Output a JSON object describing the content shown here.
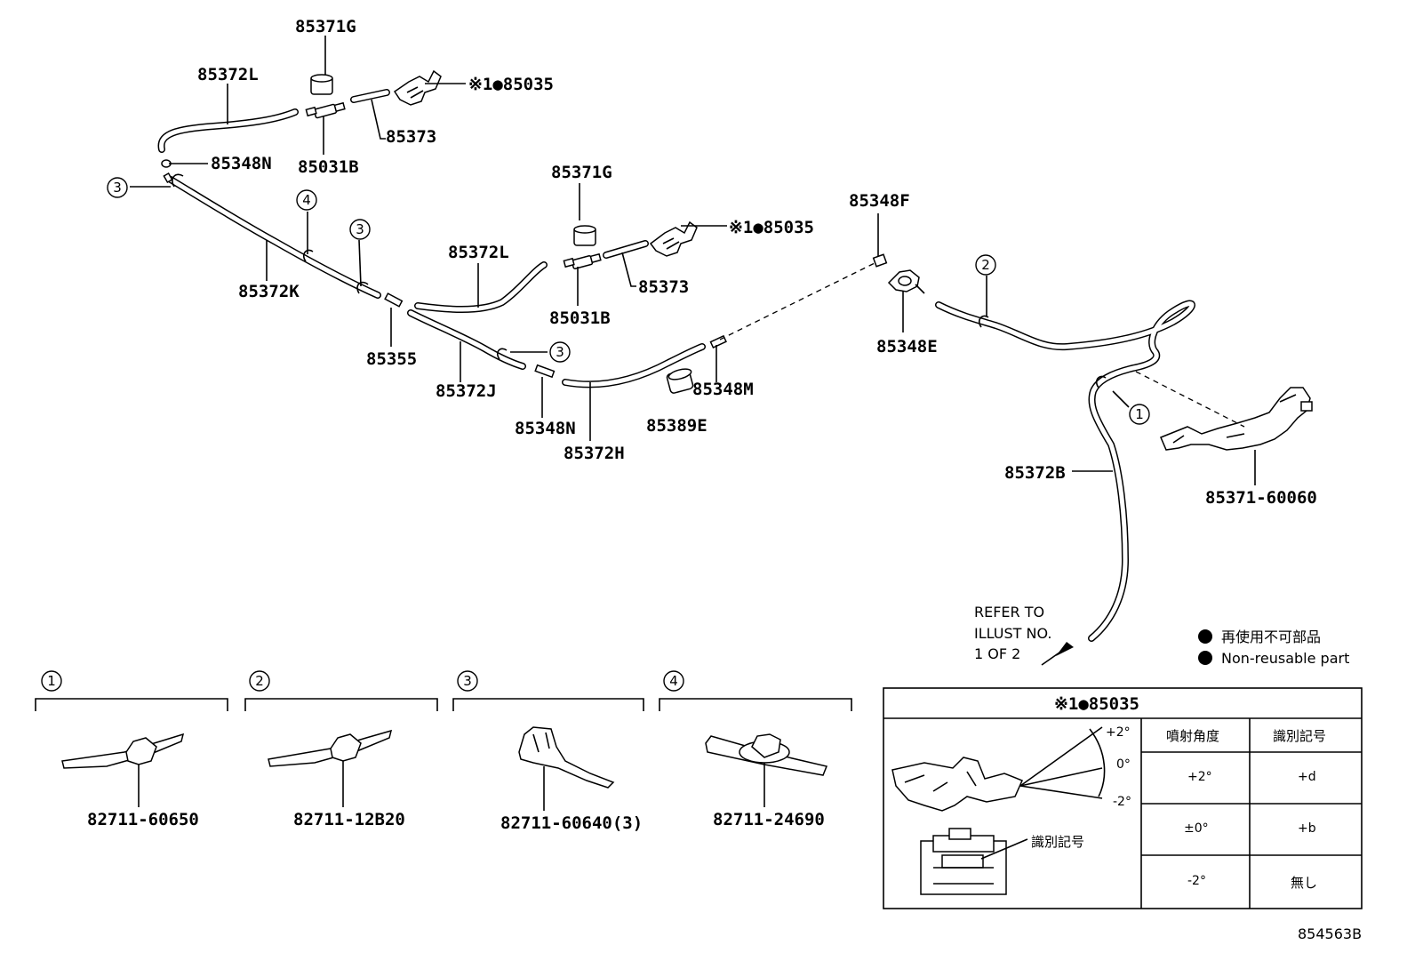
{
  "labels": {
    "p85371G_a": "85371G",
    "p85372L_a": "85372L",
    "p85035_a": "※1●85035",
    "p85373_a": "85373",
    "p85348N_a": "85348N",
    "p85031B_a": "85031B",
    "p85372K": "85372K",
    "p85371G_b": "85371G",
    "p85035_b": "※1●85035",
    "p85372L_b": "85372L",
    "p85373_b": "85373",
    "p85031B_b": "85031B",
    "p85355": "85355",
    "p85372J": "85372J",
    "p85348N_b": "85348N",
    "p85372H": "85372H",
    "p85389E": "85389E",
    "p85348M": "85348M",
    "p85348F": "85348F",
    "p85348E": "85348E",
    "p85372B": "85372B",
    "p85371_60060": "85371-60060"
  },
  "callouts": {
    "c1": "1",
    "c2": "2",
    "c3": "3",
    "c4": "4"
  },
  "refer": {
    "line1": "REFER TO",
    "line2": "ILLUST NO.",
    "line3": "1 OF 2"
  },
  "legend": {
    "jp": "再使用不可部品",
    "en": "Non-reusable part"
  },
  "clips": [
    {
      "num": "1",
      "part": "82711-60650"
    },
    {
      "num": "2",
      "part": "82711-12B20"
    },
    {
      "num": "3",
      "part": "82711-60640(3)"
    },
    {
      "num": "4",
      "part": "82711-24690"
    }
  ],
  "table": {
    "title": "※1●85035",
    "col1": "噴射角度",
    "col2": "識別記号",
    "rows": [
      {
        "angle": "+2°",
        "mark": "+d"
      },
      {
        "angle": "±0°",
        "mark": "+b"
      },
      {
        "angle": "-2°",
        "mark": "無し"
      }
    ],
    "angle_plus": "+2°",
    "angle_zero": "0°",
    "angle_minus": "-2°",
    "id_mark_label": "識別記号"
  },
  "diagram_id": "854563B"
}
